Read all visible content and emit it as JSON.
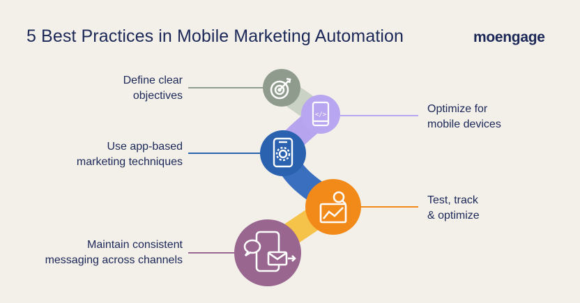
{
  "title": "5 Best Practices in Mobile Marketing Automation",
  "logo_text": "moengage",
  "steps": [
    {
      "line1": "Define clear",
      "line2": "objectives",
      "color": "#8f9b8c",
      "icon": "target-icon"
    },
    {
      "line1": "Optimize for",
      "line2": "mobile devices",
      "color": "#b9a6f0",
      "icon": "mobile-code-icon"
    },
    {
      "line1": "Use app-based",
      "line2": "marketing techniques",
      "color": "#2b62b0",
      "icon": "mobile-settings-icon"
    },
    {
      "line1": "Test, track",
      "line2": "& optimize",
      "color": "#f28a1a",
      "icon": "analytics-search-icon"
    },
    {
      "line1": "Maintain consistent",
      "line2": "messaging across channels",
      "color": "#98668f",
      "icon": "omnichannel-messaging-icon"
    }
  ]
}
